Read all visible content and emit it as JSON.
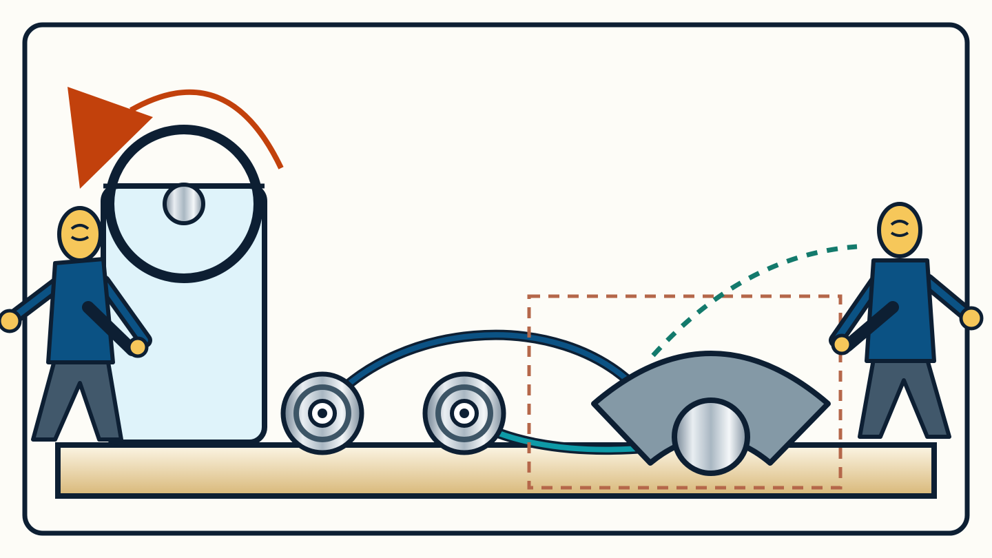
{
  "colors": {
    "background": "#fdfcf7",
    "outline": "#0d1f33",
    "cabinet_fill": "#dff3fa",
    "rotation_arrow": "#c2410c",
    "person_shirt": "#0b5284",
    "person_pants": "#41586b",
    "person_skin": "#f6c75a",
    "cable_blue": "#0b5284",
    "cable_teal": "#0e9aa7",
    "fan_fill": "#8499a6",
    "trajectory_dashed": "#137a6c",
    "zone_dashed": "#b5674a",
    "platform_top": "#fcf6e6",
    "platform_bottom": "#d8b777"
  },
  "icons": {
    "cabinet": "cabinet-with-rotating-drum",
    "rotation": "rotation-arrow-icon",
    "reel": "cable-reel-icon",
    "fan": "fan-sector-icon",
    "person": "person-icon",
    "trajectory": "dashed-trajectory",
    "zone": "dashed-work-zone"
  }
}
